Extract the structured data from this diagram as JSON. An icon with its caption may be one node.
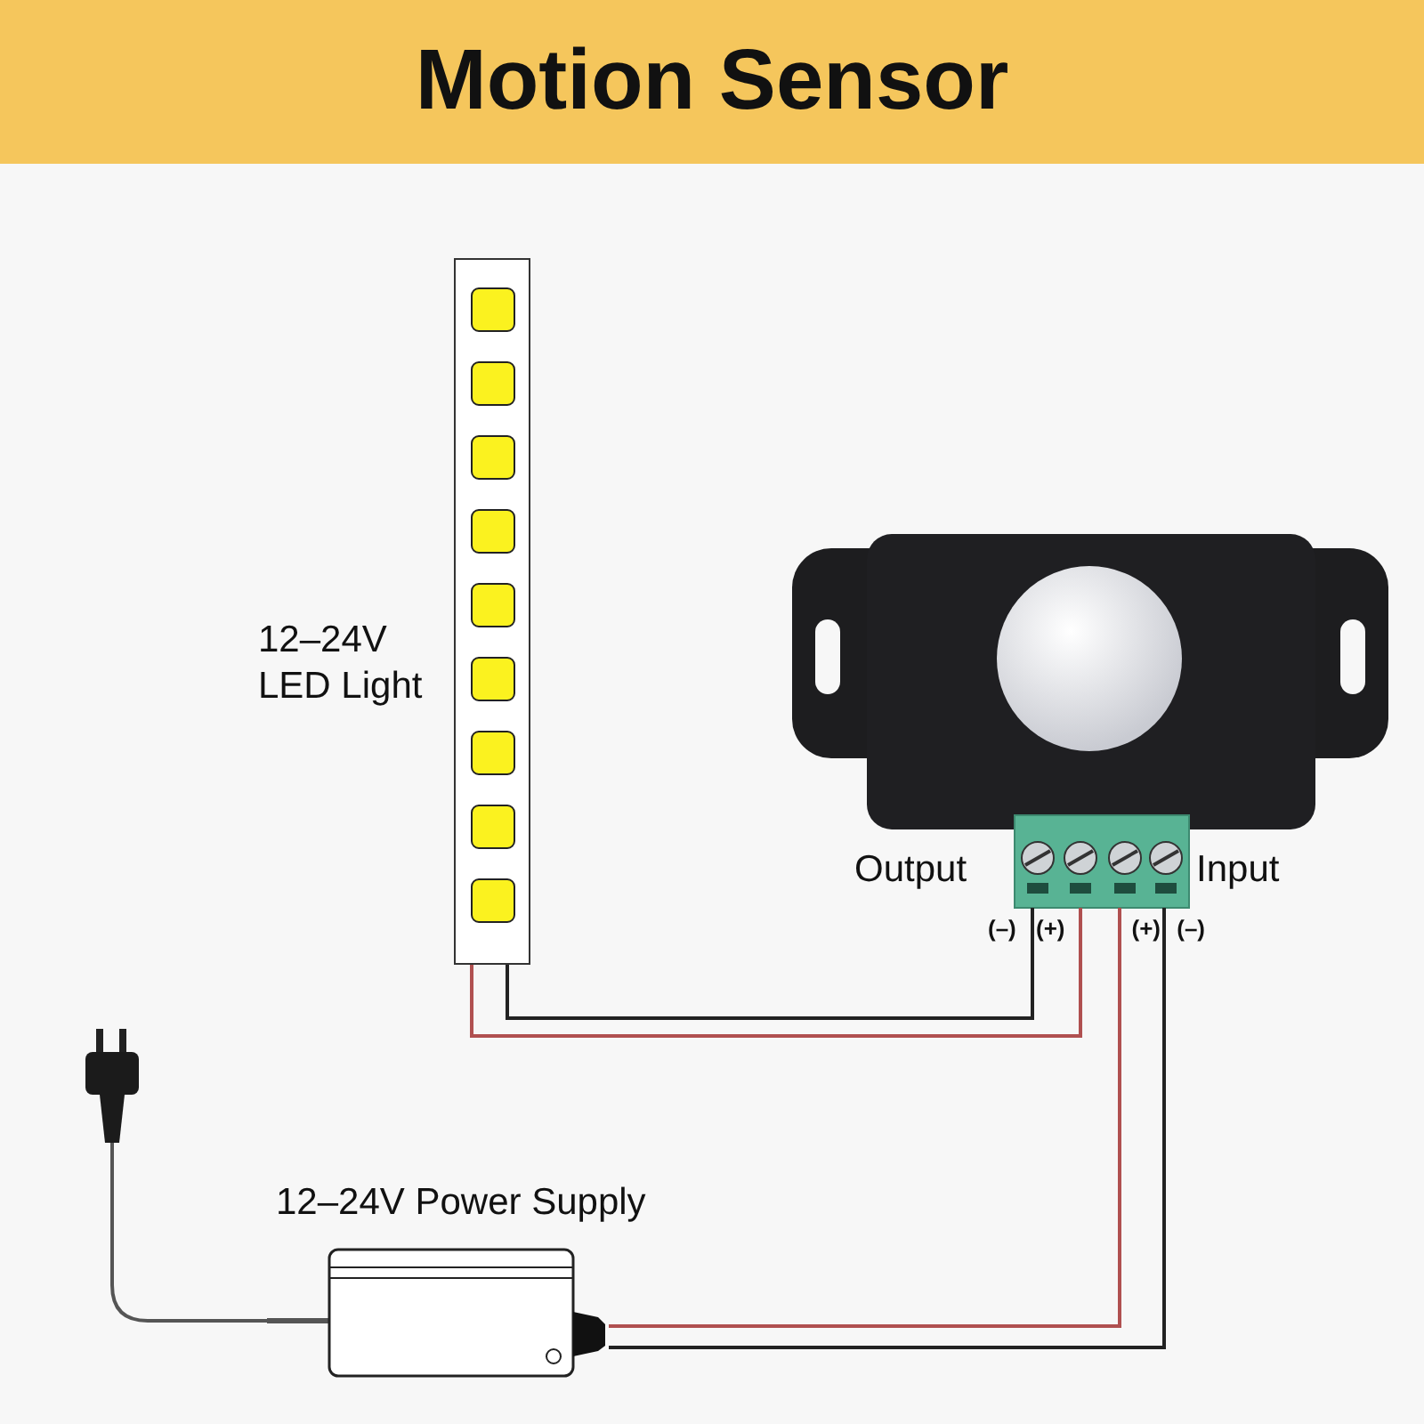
{
  "diagram": {
    "title": "Motion Sensor",
    "nodes": [
      {
        "text": [],
        "shape": "picture",
        "beside": [
          "12–24V LED Light"
        ]
      },
      {
        "text": [],
        "shape": "picture",
        "beside": [
          "Output",
          "Input"
        ]
      },
      {
        "text": [
          "(–)"
        ]
      },
      {
        "text": [
          "(+)"
        ]
      },
      {
        "text": [
          "(+)"
        ]
      },
      {
        "text": [
          "(–)"
        ]
      },
      {
        "text": [
          "12–24V Power Supply"
        ]
      },
      {
        "text": [],
        "shape": "picture"
      }
    ],
    "edges": [
      {
        "from": 0,
        "to": 2,
        "arrow": "none"
      },
      {
        "from": 0,
        "to": 3,
        "arrow": "none",
        "color": "#b05050"
      },
      {
        "from": 6,
        "to": 4,
        "arrow": "none",
        "color": "#b05050"
      },
      {
        "from": 6,
        "to": 5,
        "arrow": "none"
      },
      {
        "from": 7,
        "to": 6,
        "arrow": "none",
        "color": "#555555"
      }
    ]
  }
}
